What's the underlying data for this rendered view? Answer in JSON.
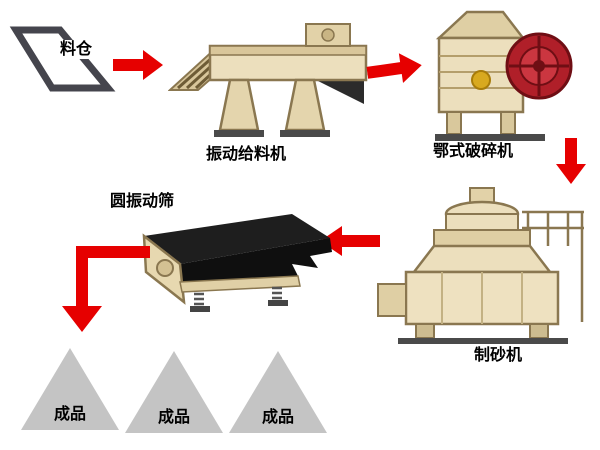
{
  "nodes": {
    "hopper": {
      "label": "料仓"
    },
    "vibrating_feeder": {
      "label": "振动给料机"
    },
    "jaw_crusher": {
      "label": "鄂式破碎机"
    },
    "sand_maker": {
      "label": "制砂机"
    },
    "vibrating_screen": {
      "label": "圆振动筛"
    },
    "products": [
      {
        "label": "成品"
      },
      {
        "label": "成品"
      },
      {
        "label": "成品"
      }
    ]
  },
  "icons": {
    "arrow_1": "arrow-right-icon",
    "arrow_2": "arrow-right-icon",
    "arrow_3": "arrow-down-icon",
    "arrow_4": "arrow-left-icon",
    "arrow_5": "arrow-elbow-down-icon"
  },
  "colors": {
    "background": "#ffffff",
    "arrow_red": "#e60000",
    "machine_beige": "#ecdfbd",
    "machine_outline": "#8a7750",
    "flywheel_red": "#b01f29",
    "screen_deck_black": "#1e1e1e",
    "product_gray": "#c4c4c4",
    "hopper_outline": "#45454d",
    "label_text": "#000000"
  }
}
